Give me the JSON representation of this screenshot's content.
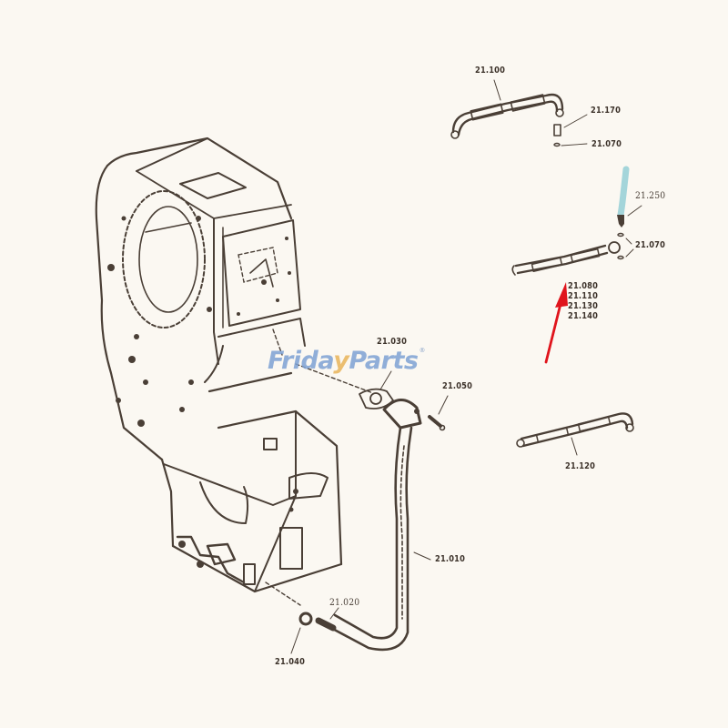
{
  "diagram": {
    "type": "exploded-parts-diagram",
    "subject": "transmission housing with hydraulic lines",
    "colors": {
      "background": "#fbf8f2",
      "ink": "#4a3f36",
      "watermark_blue": "#7ea2d4",
      "watermark_accent": "#e9b45a",
      "annotation_arrow": "#e0141c",
      "cyan_smudge": "#7fc6d0"
    },
    "labels": {
      "p21_100": "21.100",
      "p21_170": "21.170",
      "p21_070_top": "21.070",
      "p21_250": "21.250",
      "p21_070_mid": "21.070",
      "p21_080": "21.080",
      "p21_110": "21.110",
      "p21_130": "21.130",
      "p21_140": "21.140",
      "p21_030": "21.030",
      "p21_050": "21.050",
      "p21_120": "21.120",
      "p21_010": "21.010",
      "p21_020": "21.020",
      "p21_040": "21.040"
    }
  },
  "watermark": {
    "part1": "Frida",
    "accent": "y",
    "part2": "Parts",
    "registered": "®"
  }
}
